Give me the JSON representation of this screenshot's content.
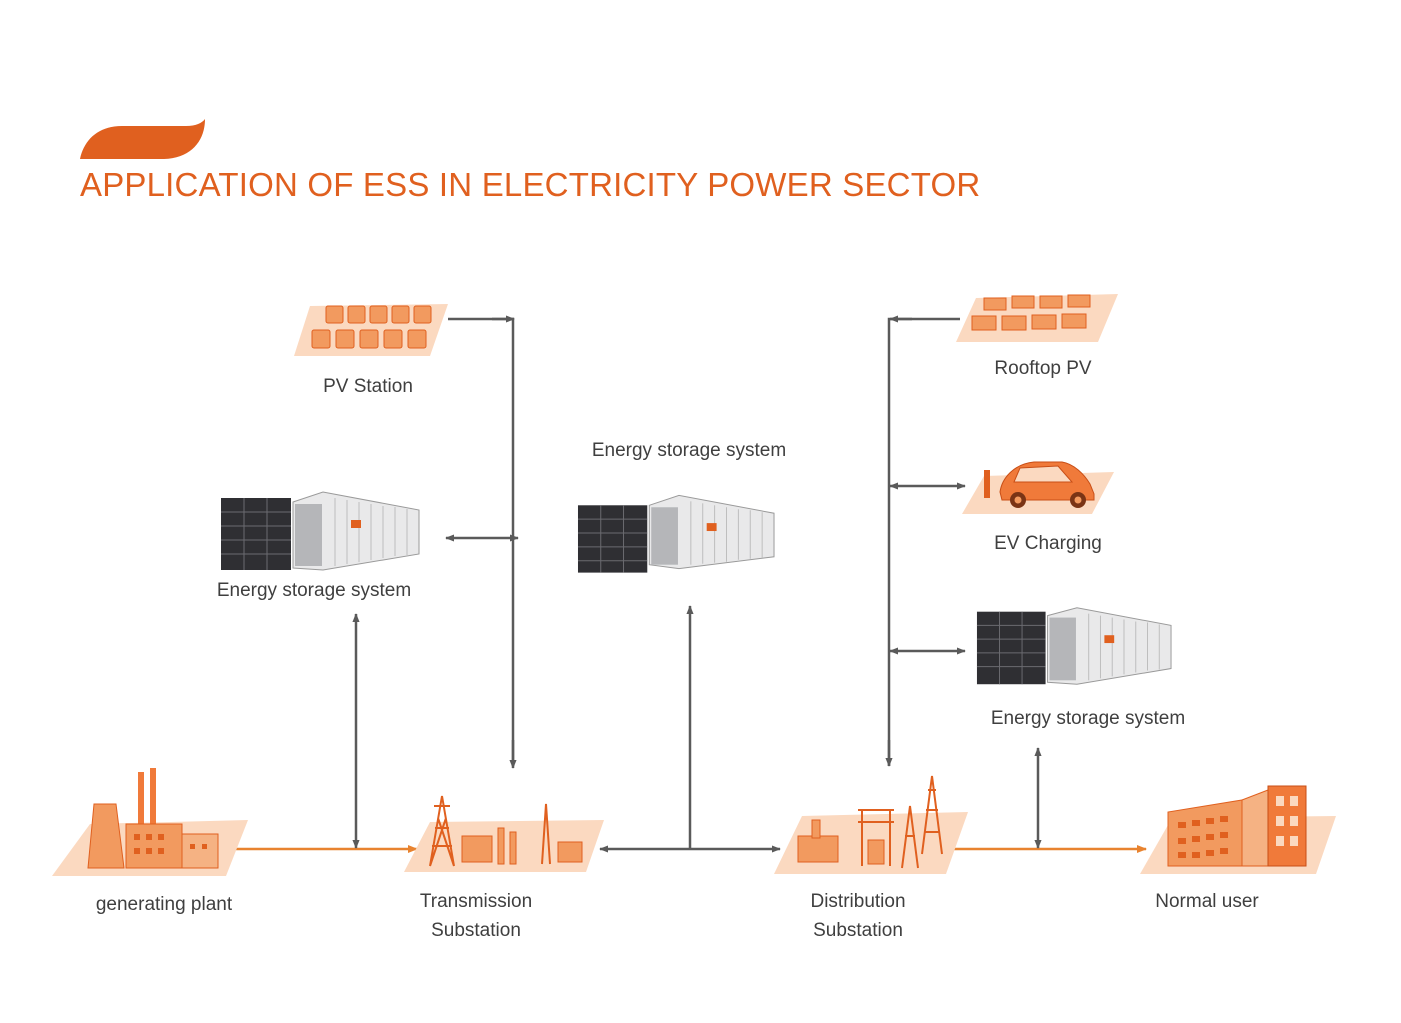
{
  "title": "APPLICATION OF ESS IN ELECTRICITY POWER SECTOR",
  "colors": {
    "accent": "#e0601f",
    "flow_arrow": "#e8832f",
    "bidirectional_arrow": "#5a5a5a",
    "illustration_fill": "#f29a5f",
    "illustration_shadow": "#fbd9c0",
    "label_text": "#3f3f3f"
  },
  "nodes": {
    "pv_station": "PV Station",
    "ess_left": "Energy storage system",
    "ess_center": "Energy storage system",
    "rooftop_pv": "Rooftop PV",
    "ev_charging": "EV Charging",
    "ess_right": "Energy storage system",
    "generating_plant": "generating plant",
    "transmission_substation": [
      "Transmission",
      "Substation"
    ],
    "distribution_substation": [
      "Distribution",
      "Substation"
    ],
    "normal_user": "Normal user"
  },
  "icons": {
    "title_mark": "orange-swoosh-icon",
    "pv_station": "solar-panel-array-icon",
    "rooftop_pv": "rooftop-solar-houses-icon",
    "ev_charging": "electric-car-icon",
    "ess": "battery-rack-and-container-icon",
    "generating_plant": "power-plant-icon",
    "transmission_substation": "transmission-tower-icon",
    "distribution_substation": "distribution-substation-icon",
    "normal_user": "office-building-icon"
  }
}
